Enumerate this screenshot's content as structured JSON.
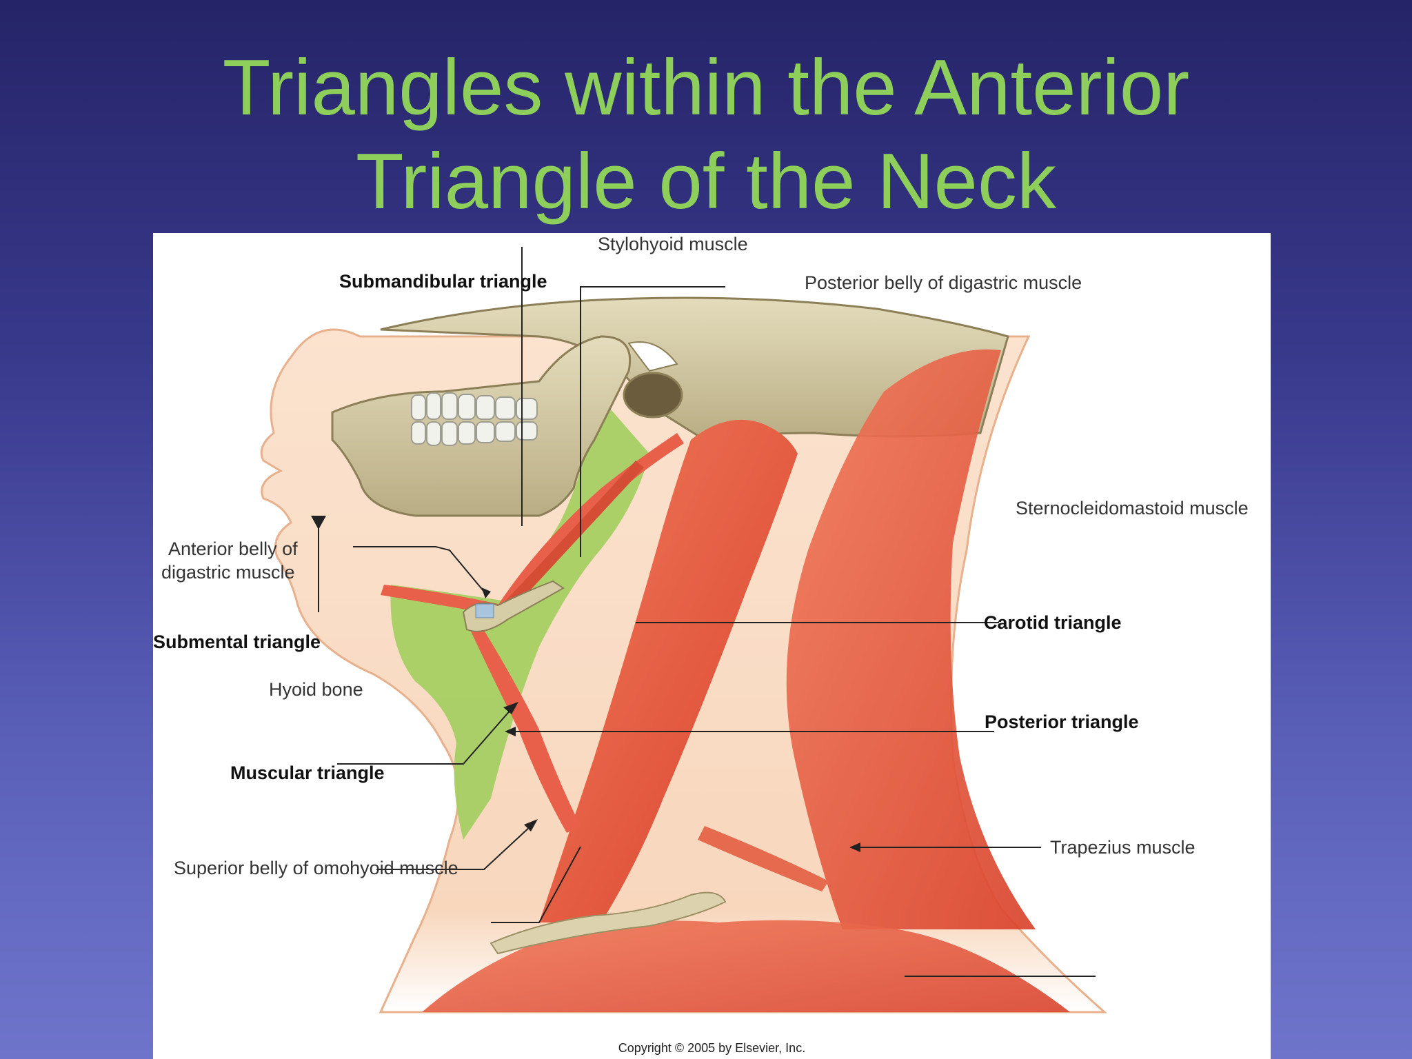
{
  "slide": {
    "title_line1": "Triangles within the Anterior",
    "title_line2": "Triangle of the Neck"
  },
  "figure": {
    "labels": {
      "stylohyoid": "Stylohyoid muscle",
      "submandibular_triangle": "Submandibular  triangle",
      "posterior_belly_digastric": "Posterior belly of digastric muscle",
      "sternocleidomastoid": "Sternocleidomastoid muscle",
      "anterior_belly_line1": "Anterior belly of",
      "anterior_belly_line2": "digastric muscle",
      "carotid_triangle": "Carotid  triangle",
      "submental_triangle": "Submental  triangle",
      "hyoid_bone": "Hyoid bone",
      "posterior_triangle": "Posterior  triangle",
      "muscular_triangle": "Muscular  triangle",
      "trapezius": "Trapezius muscle",
      "superior_belly_omohyoid": "Superior belly of omohyoid muscle"
    },
    "copyright": "Copyright © 2005 by Elsevier, Inc."
  },
  "colors": {
    "background_top": "#252468",
    "background_bottom": "#6f74cb",
    "title": "#8dcf5a",
    "muscle": "#e8604a",
    "anterior_triangle_fill": "#a6cf63",
    "skin": "#fbe3cf",
    "bone": "#d6cca6"
  }
}
